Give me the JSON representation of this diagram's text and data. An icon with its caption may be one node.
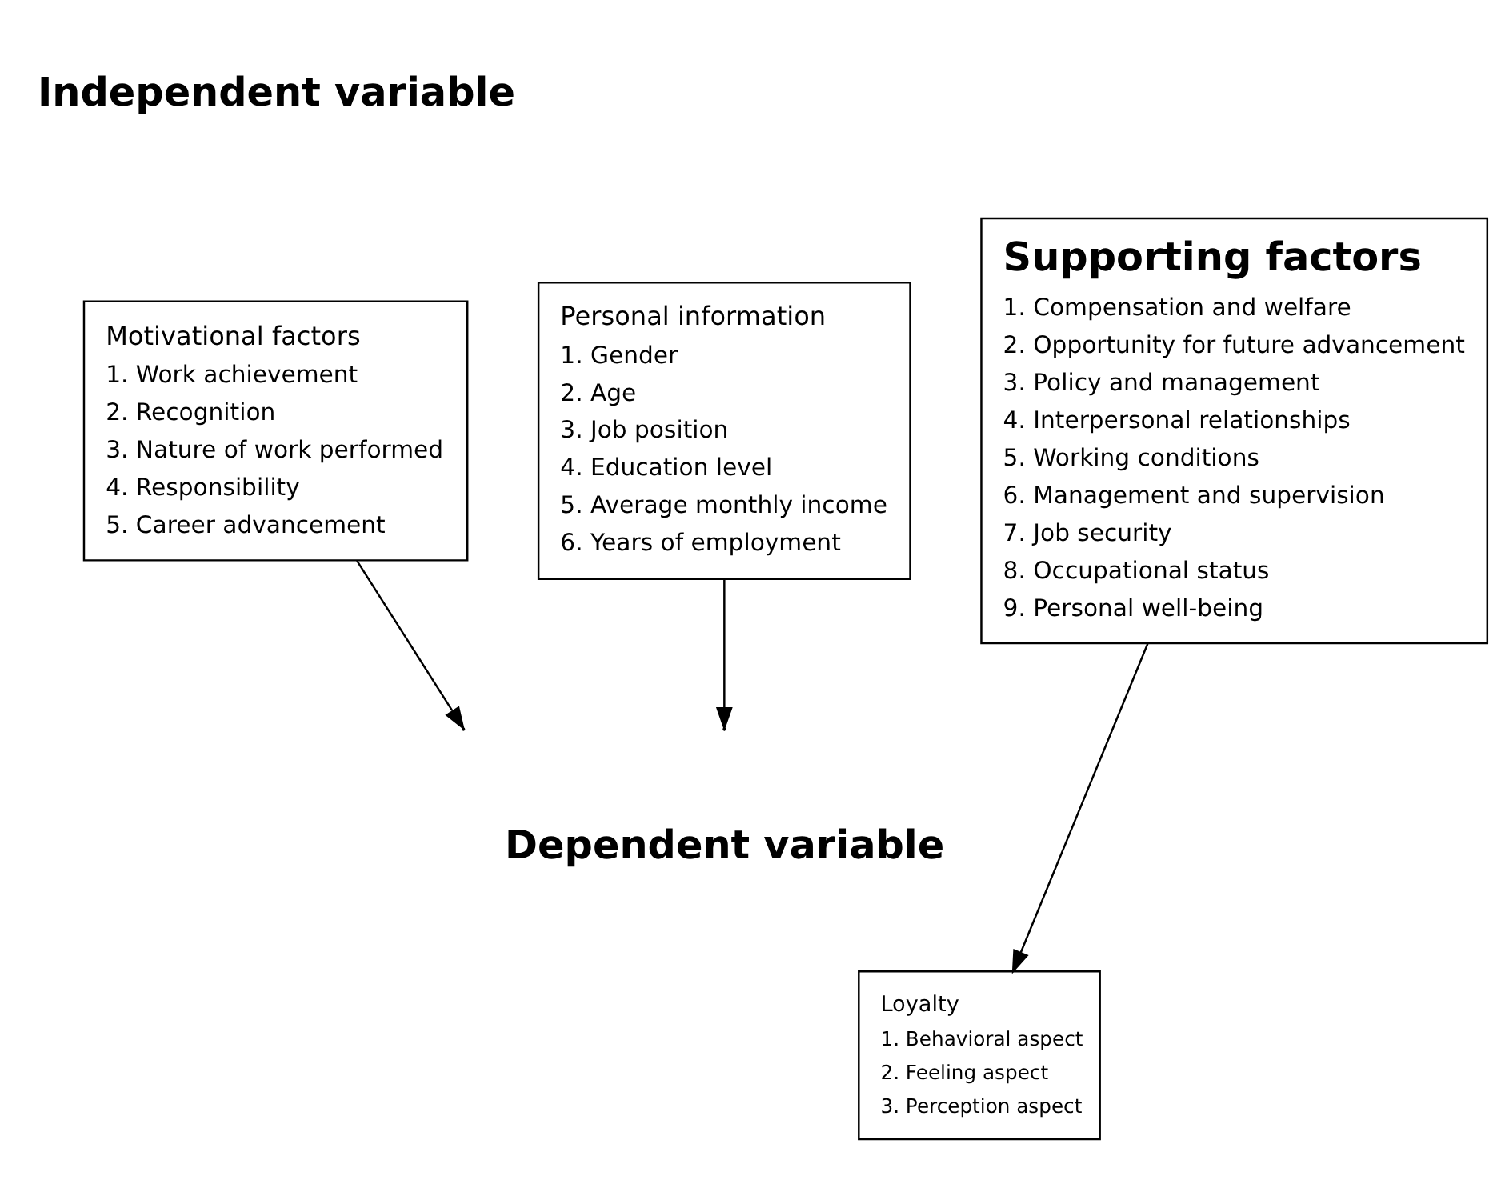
{
  "diagram": {
    "nodes": [
      {
        "text": [
          "Personal information",
          "1. Gender",
          "2. Age",
          "3. Job position",
          "4. Education level",
          "5. Average monthly income",
          "6. Years of employment"
        ]
      },
      {
        "text": [
          "Motivational factors",
          "1. Work achievement",
          "2. Recognition",
          "3. Nature of work performed",
          "4. Responsibility",
          "5. Career advancement"
        ]
      },
      {
        "text": [
          "Supporting factors",
          "1. Compensation and welfare",
          "2. Opportunity for future advancement",
          "3. Policy and management",
          "4. Interpersonal relationships",
          "5. Working conditions",
          "6. Management and supervision",
          "7. Job security",
          "8. Occupational status",
          "9. Personal well-being"
        ]
      },
      {
        "text": [
          "Loyalty",
          "1. Behavioral aspect",
          "2. Feeling aspect",
          "3. Perception aspect"
        ]
      }
    ],
    "edges": [
      {
        "from": 0,
        "to": null,
        "arrow": "to"
      },
      {
        "from": 1,
        "to": null,
        "arrow": "to"
      },
      {
        "from": 2,
        "to": 3,
        "arrow": "to"
      }
    ],
    "labels": [
      "Independent variable",
      "Dependent variable"
    ]
  }
}
